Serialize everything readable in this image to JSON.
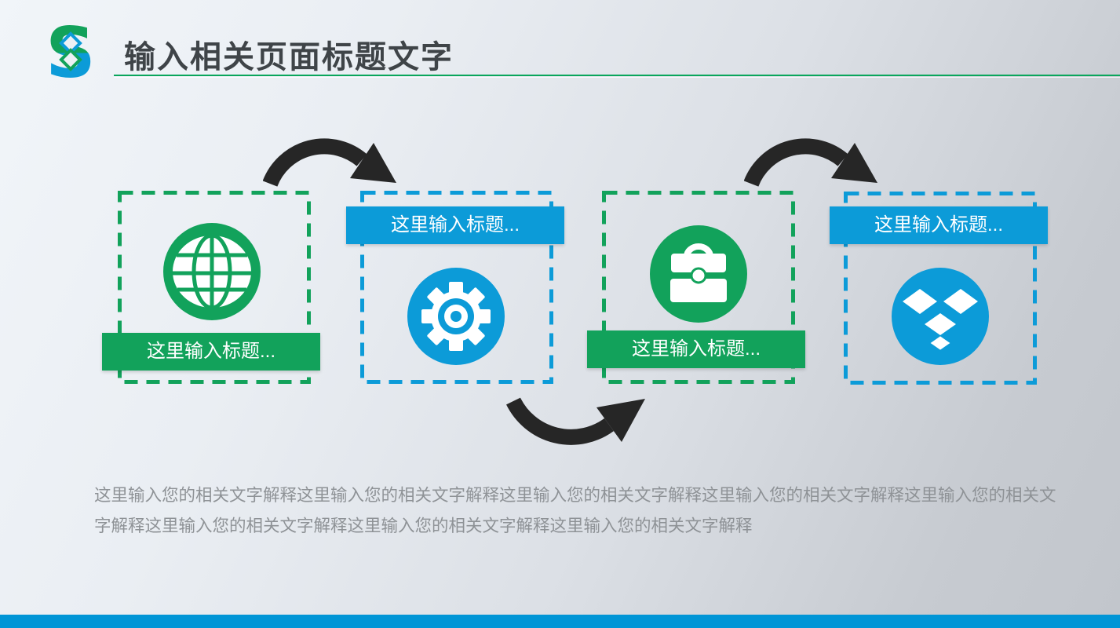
{
  "header": {
    "title": "输入相关页面标题文字",
    "logo_letter": "S"
  },
  "steps": [
    {
      "title": "这里输入标题...",
      "icon": "globe-icon",
      "accent": "#12a25b"
    },
    {
      "title": "这里输入标题...",
      "icon": "gear-icon",
      "accent": "#0c9bd8"
    },
    {
      "title": "这里输入标题...",
      "icon": "briefcase-icon",
      "accent": "#12a25b"
    },
    {
      "title": "这里输入标题...",
      "icon": "dropbox-icon",
      "accent": "#0c9bd8"
    }
  ],
  "body": {
    "text": "这里输入您的相关文字解释这里输入您的相关文字解释这里输入您的相关文字解释这里输入您的相关文字解释这里输入您的相关文字解释这里输入您的相关文字解释这里输入您的相关文字解释这里输入您的相关文字解释"
  },
  "colors": {
    "green": "#12a25b",
    "blue": "#0c9bd8",
    "arrow": "#262626",
    "underline": "#0aa65c",
    "footer_bar": "#0095d6"
  }
}
